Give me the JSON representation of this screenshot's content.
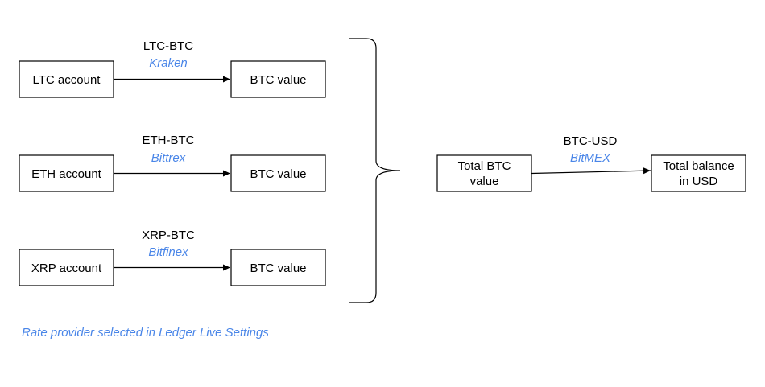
{
  "colors": {
    "stroke": "#000000",
    "provider": "#4a86e8",
    "text": "#000000"
  },
  "rows": [
    {
      "account": "LTC account",
      "pair": "LTC-BTC",
      "provider": "Kraken",
      "result": "BTC value"
    },
    {
      "account": "ETH account",
      "pair": "ETH-BTC",
      "provider": "Bittrex",
      "result": "BTC value"
    },
    {
      "account": "XRP account",
      "pair": "XRP-BTC",
      "provider": "Bitfinex",
      "result": "BTC value"
    }
  ],
  "total_btc": {
    "line1": "Total BTC",
    "line2": "value"
  },
  "conversion": {
    "pair": "BTC-USD",
    "provider": "BitMEX"
  },
  "total_usd": {
    "line1": "Total balance",
    "line2": "in USD"
  },
  "note": "Rate provider selected in Ledger Live Settings"
}
